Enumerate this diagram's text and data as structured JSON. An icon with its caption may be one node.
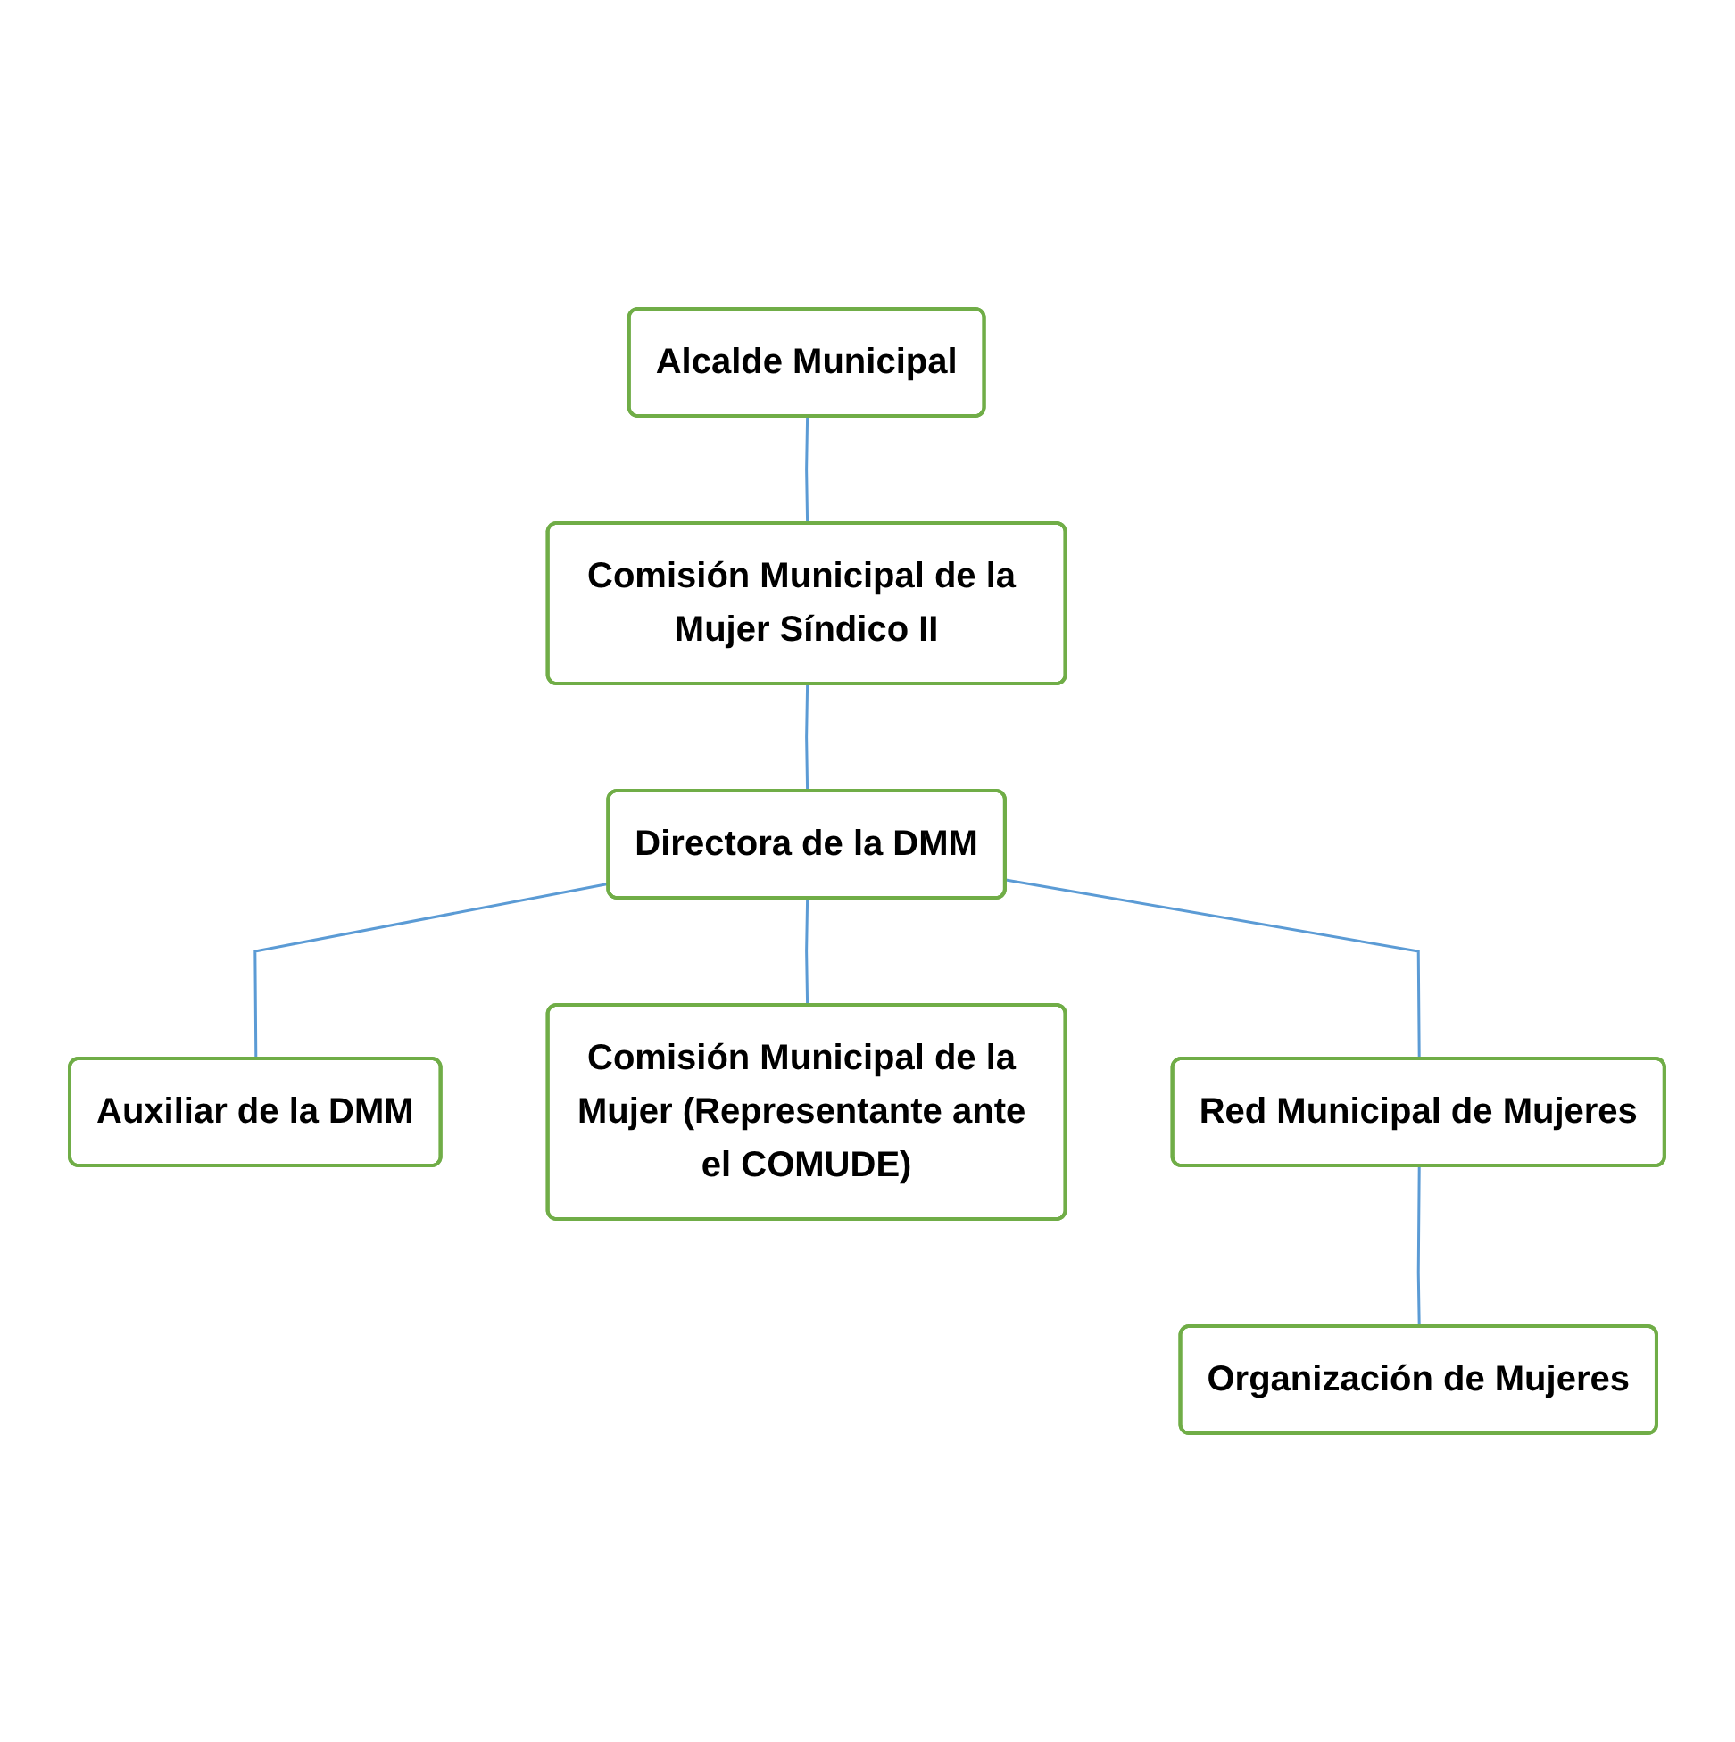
{
  "diagram": {
    "nodes": [
      {
        "text": [
          "Alcalde Municipal"
        ]
      },
      {
        "text": [
          "Comisión Municipal de la Mujer Síndico II"
        ]
      },
      {
        "text": [
          "Directora de la DMM"
        ]
      },
      {
        "text": [
          "Auxiliar de la DMM"
        ]
      },
      {
        "text": [
          "Comisión Municipal de la Mujer (Representante ante el COMUDE)"
        ]
      },
      {
        "text": [
          "Red Municipal de Mujeres"
        ]
      },
      {
        "text": [
          "Organización de Mujeres"
        ]
      }
    ],
    "edges": [
      {
        "from": 0,
        "to": 1,
        "arrow": "none"
      },
      {
        "from": 1,
        "to": 2,
        "arrow": "none"
      },
      {
        "from": 2,
        "to": 3,
        "arrow": "none"
      },
      {
        "from": 2,
        "to": 4,
        "arrow": "none"
      },
      {
        "from": 2,
        "to": 5,
        "arrow": "none"
      },
      {
        "from": 5,
        "to": 6,
        "arrow": "none"
      }
    ]
  }
}
